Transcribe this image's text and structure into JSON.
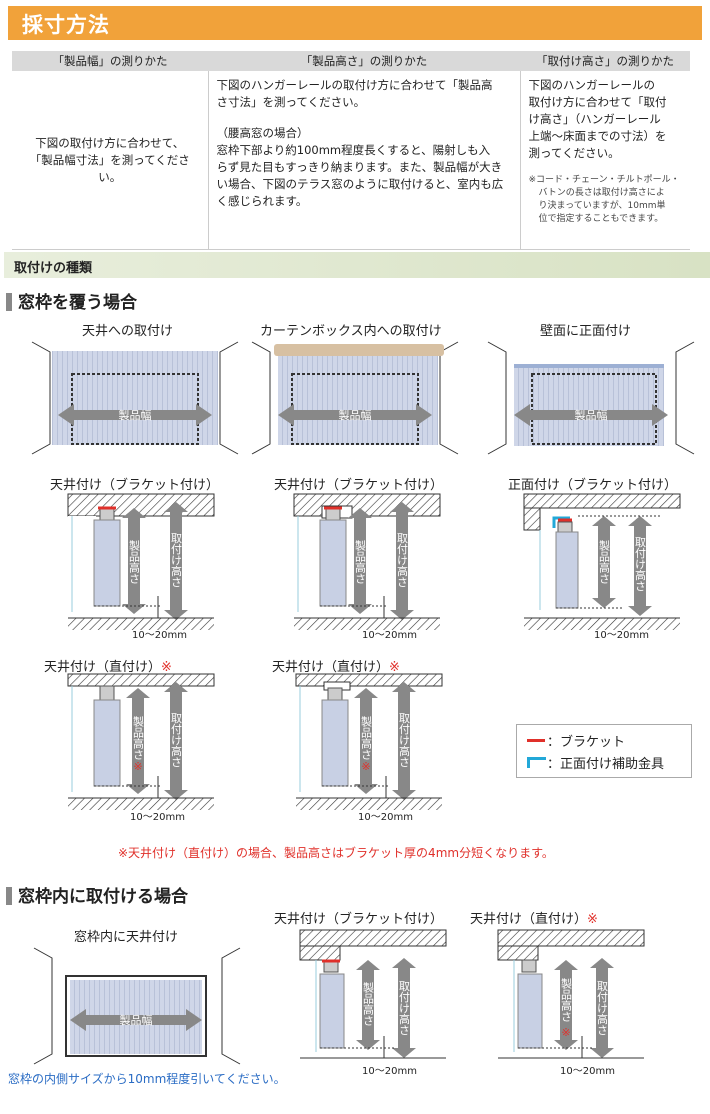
{
  "header": {
    "title": "採寸方法"
  },
  "table": {
    "headers": [
      "「製品幅」の測りかた",
      "「製品高さ」の測りかた",
      "「取付け高さ」の測りかた"
    ],
    "col1": [
      "下図の取付け方に合わせて、",
      "「製品幅寸法」を測ってください。"
    ],
    "col2_main": [
      "下図のハンガーレールの取付け方に合わせて「製品高",
      "さ寸法」を測ってください。"
    ],
    "col2_sub": [
      "（腰高窓の場合）",
      "窓枠下部より約100mm程度長くすると、陽射しも入",
      "らず見た目もすっきり納まります。また、製品幅が大き",
      "い場合、下図のテラス窓のように取付けると、室内も広",
      "く感じられます。"
    ],
    "col3_main": [
      "下図のハンガーレールの",
      "取付け方に合わせて「取付",
      "け高さ」（ハンガーレール",
      "上端～床面までの寸法）を",
      "測ってください。"
    ],
    "col3_note": [
      "※コード・チェーン・チルトポール・",
      "バトンの長さは取付け高さによ",
      "り決まっていますが、10mm単",
      "位で指定することもできます。"
    ]
  },
  "types_bar": "取付けの種類",
  "section1": {
    "title": "窓枠を覆う場合",
    "labels": [
      "天井への取付け",
      "カーテンボックス内への取付け",
      "壁面に正面付け"
    ],
    "width_label": "製品幅",
    "detail_labels": [
      "天井付け（ブラケット付け）",
      "天井付け（ブラケット付け）",
      "正面付け（ブラケット付け）"
    ],
    "direct_labels": [
      "天井付け（直付け）",
      "天井付け（直付け）"
    ],
    "mark": "※",
    "product_height": "製品高さ",
    "mount_height": "取付け高さ",
    "gap": "10～20mm"
  },
  "legend": {
    "bracket": "：ブラケット",
    "aux": "：正面付け補助金具"
  },
  "warning": "※天井付け（直付け）の場合、製品高さはブラケット厚の4mm分短くなります。",
  "section2": {
    "title": "窓枠内に取付ける場合",
    "inside_label": "窓枠内に天井付け",
    "detail_labels": [
      "天井付け（ブラケット付け）",
      "天井付け（直付け）"
    ],
    "footer": "窓枠の内側サイズから10mm程度引いてください。"
  },
  "colors": {
    "orange": "#f1a23a",
    "red": "#e0302a",
    "cyan": "#22a8d8",
    "blind": "#c8d0e4",
    "arrow": "#888888"
  }
}
